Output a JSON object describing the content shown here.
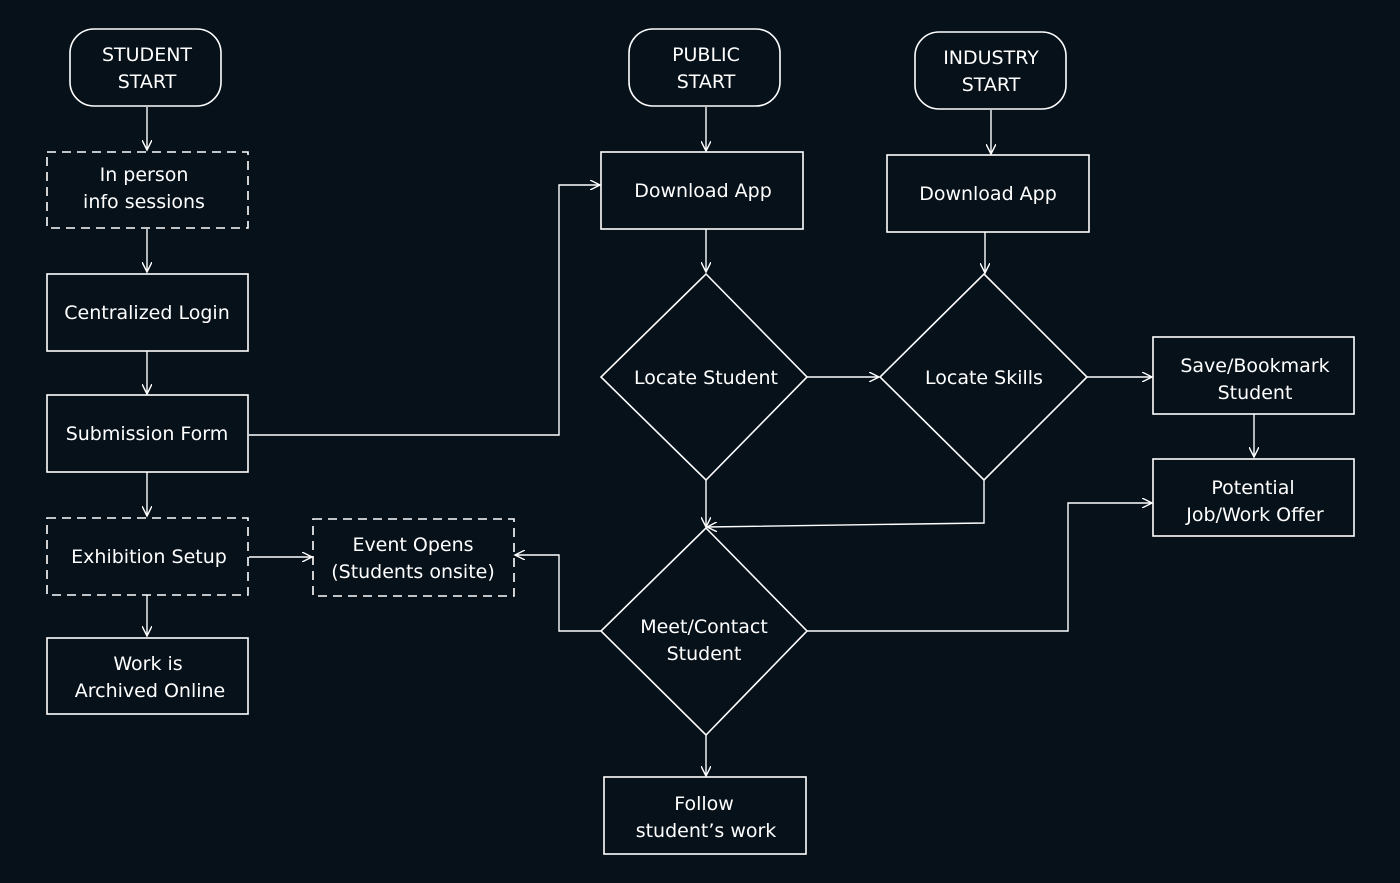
{
  "colors": {
    "background": "#07111a",
    "foreground": "#ffffff"
  },
  "nodes": {
    "student_start": {
      "line1": "STUDENT",
      "line2": "START"
    },
    "public_start": {
      "line1": "PUBLIC",
      "line2": "START"
    },
    "industry_start": {
      "line1": "INDUSTRY",
      "line2": "START"
    },
    "info_sessions": {
      "line1": "In person",
      "line2": "info sessions"
    },
    "centralized_login": {
      "label": "Centralized Login"
    },
    "submission_form": {
      "label": "Submission Form"
    },
    "exhibition_setup": {
      "label": "Exhibition Setup"
    },
    "work_archived": {
      "line1": "Work is",
      "line2": "Archived Online"
    },
    "event_opens": {
      "line1": "Event Opens",
      "line2": "(Students onsite)"
    },
    "download_app_public": {
      "label": "Download App"
    },
    "download_app_industry": {
      "label": "Download App"
    },
    "locate_student": {
      "label": "Locate Student"
    },
    "locate_skills": {
      "label": "Locate Skills"
    },
    "meet_contact": {
      "line1": "Meet/Contact",
      "line2": "Student"
    },
    "follow_work": {
      "line1": "Follow",
      "line2": "student’s work"
    },
    "save_bookmark": {
      "line1": "Save/Bookmark",
      "line2": "Student"
    },
    "job_offer": {
      "line1": "Potential",
      "line2": "Job/Work Offer"
    }
  }
}
